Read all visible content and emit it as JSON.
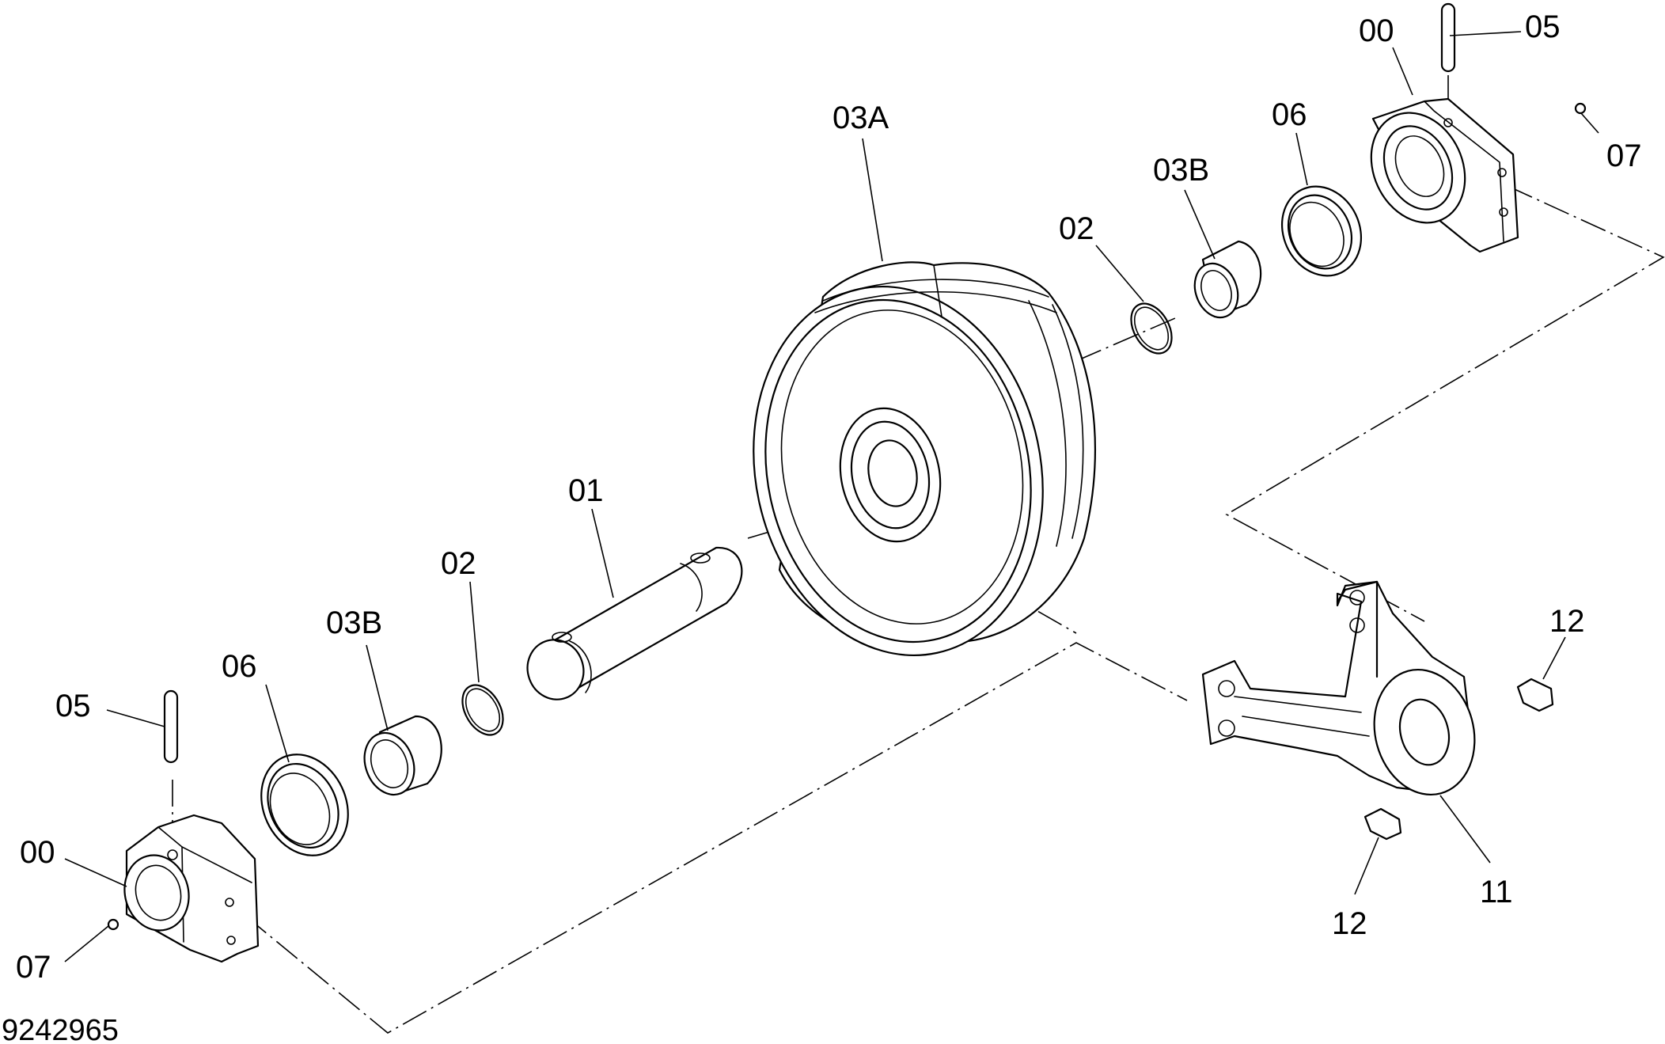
{
  "labels": {
    "l00_top": "00",
    "l05_top": "05",
    "l07_top": "07",
    "l06_top": "06",
    "l03b_top": "03B",
    "l02_top": "02",
    "l03a": "03A",
    "l01": "01",
    "l02_bottom": "02",
    "l03b_bottom": "03B",
    "l06_bottom": "06",
    "l05_bottom": "05",
    "l00_bottom": "00",
    "l07_bottom": "07",
    "l12_right": "12",
    "l12_bottom": "12",
    "l11": "11"
  },
  "drawing_number": "9242965"
}
